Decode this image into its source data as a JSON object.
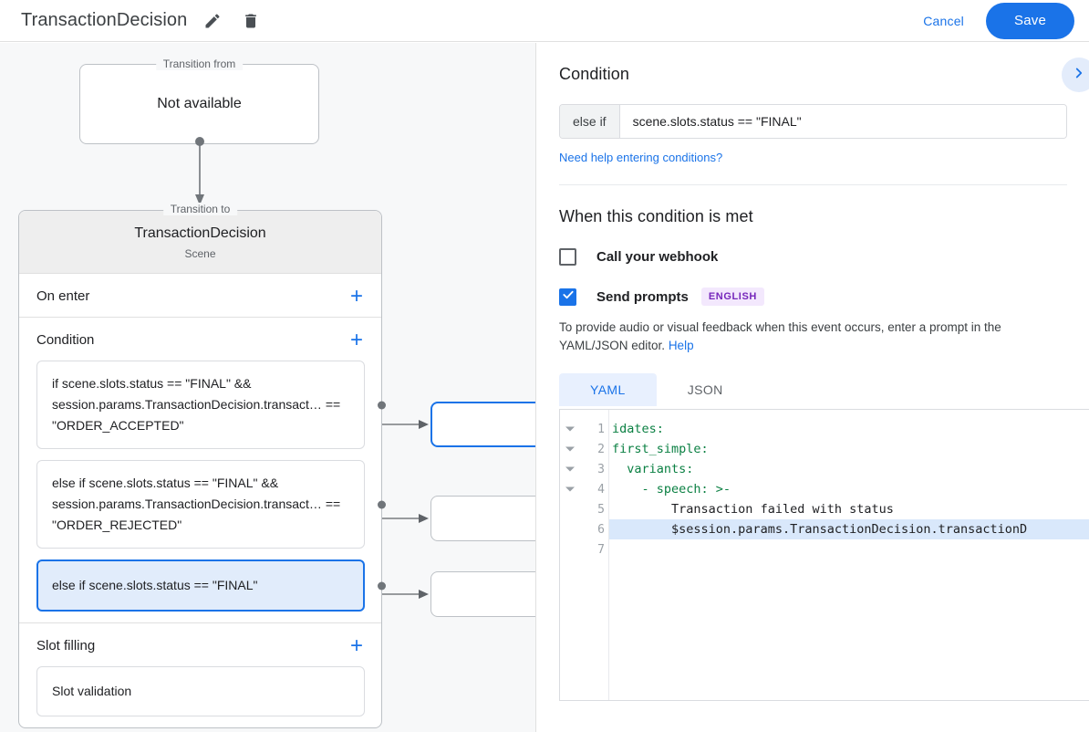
{
  "topbar": {
    "title": "TransactionDecision",
    "edit_icon": "pencil-icon",
    "delete_icon": "trash-icon",
    "cancel_label": "Cancel",
    "save_label": "Save",
    "accent_color": "#1a73e8"
  },
  "canvas": {
    "transition_from": {
      "legend": "Transition from",
      "value": "Not available"
    },
    "transition_to": {
      "legend": "Transition to",
      "name": "TransactionDecision",
      "type": "Scene"
    },
    "sections": [
      {
        "title": "On enter",
        "add_label": "+",
        "items": []
      },
      {
        "title": "Condition",
        "add_label": "+",
        "items": [
          {
            "text": "if scene.slots.status == \"FINAL\" && session.params.TransactionDecision.transact… == \"ORDER_ACCEPTED\"",
            "selected": false
          },
          {
            "text": "else if scene.slots.status == \"FINAL\" && session.params.TransactionDecision.transact… == \"ORDER_REJECTED\"",
            "selected": false
          },
          {
            "text": "else if scene.slots.status == \"FINAL\"",
            "selected": true
          }
        ]
      },
      {
        "title": "Slot filling",
        "add_label": "+",
        "items": [
          {
            "text": "Slot validation",
            "selected": false
          }
        ]
      }
    ]
  },
  "panel": {
    "title": "Condition",
    "collapse_icon": "chevron-right-icon",
    "condition": {
      "prefix": "else if",
      "value": "scene.slots.status == \"FINAL\"",
      "placeholder": ""
    },
    "help_link": "Need help entering conditions?",
    "when_met_title": "When this condition is met",
    "webhook": {
      "label": "Call your webhook",
      "checked": false
    },
    "prompts": {
      "label": "Send prompts",
      "checked": true,
      "badge": "ENGLISH",
      "badge_bg": "#f3e8fd",
      "badge_color": "#7627bb"
    },
    "description": "To provide audio or visual feedback when this event occurs, enter a prompt in the YAML/JSON editor.",
    "description_link": "Help",
    "tabs": [
      {
        "label": "YAML",
        "active": true
      },
      {
        "label": "JSON",
        "active": false
      }
    ],
    "editor": {
      "active_line": 6,
      "lines": [
        {
          "n": "1",
          "fold": true,
          "indent": "",
          "key": "idates:",
          "rest": ""
        },
        {
          "n": "2",
          "fold": true,
          "indent": "",
          "key": "first_simple:",
          "rest": ""
        },
        {
          "n": "3",
          "fold": true,
          "indent": "  ",
          "key": "variants:",
          "rest": ""
        },
        {
          "n": "4",
          "fold": true,
          "indent": "    ",
          "key": "- speech: >-",
          "rest": ""
        },
        {
          "n": "5",
          "fold": false,
          "indent": "        ",
          "key": "",
          "rest": "Transaction failed with status"
        },
        {
          "n": "6",
          "fold": false,
          "indent": "        ",
          "key": "",
          "rest": "$session.params.TransactionDecision.transactionD"
        },
        {
          "n": "7",
          "fold": false,
          "indent": "",
          "key": "",
          "rest": ""
        }
      ]
    }
  }
}
